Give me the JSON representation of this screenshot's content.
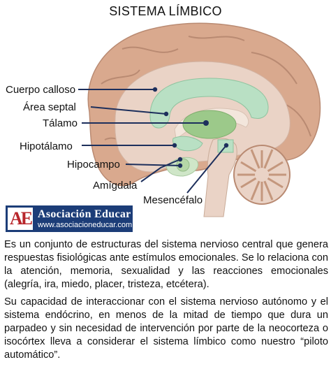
{
  "title": "SISTEMA LÍMBICO",
  "labels": {
    "cuerpo_calloso": "Cuerpo calloso",
    "area_septal": "Área septal",
    "talamo": "Tálamo",
    "hipotalamo": "Hipotálamo",
    "hipocampo": "Hipocampo",
    "amigdala": "Amígdala",
    "mesencefalo": "Mesencéfalo"
  },
  "logo": {
    "mark": "AE",
    "name": "Asociación Educar",
    "website": "www.asociacioneducar.com"
  },
  "paragraphs": [
    "Es un conjunto de estructuras del sistema nervioso central que genera respuestas fisiológicas ante estímulos emocionales. Se lo relaciona con la atención, memoria, sexualidad y las reacciones emocionales (alegría, ira, miedo, placer, tristeza, etcétera).",
    "Su capacidad de interaccionar con el sistema nervioso autónomo y el sistema endócrino, en menos de la mitad de tiempo que dura un parpadeo y sin necesidad de intervención por parte de la neocorteza o isocórtex lleva a considerar el sistema límbico como nuestro “piloto automático”."
  ],
  "colors": {
    "cortex": "#d9a98e",
    "cortex_dark": "#b98a72",
    "brain_inner": "#ead3c6",
    "limbic_green": "#b9e0c4",
    "thalamus_green": "#9cc98a",
    "pointer_navy": "#1d2f5c",
    "logo_blue": "#1c3d78",
    "logo_red": "#b8262b"
  }
}
